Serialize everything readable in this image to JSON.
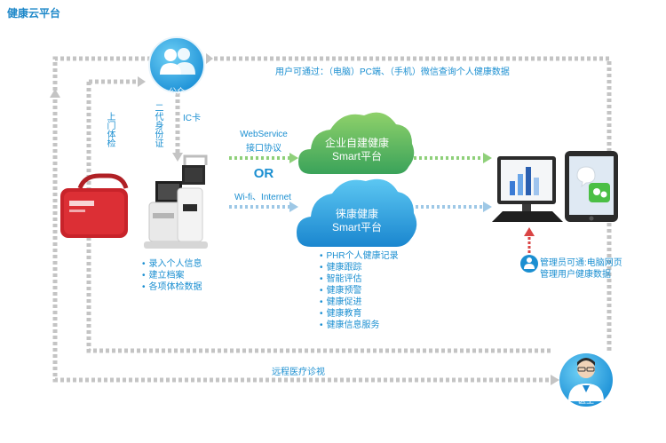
{
  "title": "健康云平台",
  "public": {
    "label": "公众"
  },
  "doctor": {
    "label": "医生"
  },
  "top_flow": "用户可通过：（电脑）PC端、（手机）微信查询个人健康数据",
  "bottom_flow": "远程医疗诊视",
  "home_check": "上门体检",
  "id_card": "二代身份证",
  "ic_card": "IC卡",
  "webservice": {
    "line1": "WebService",
    "line2": "接口协议"
  },
  "or": "OR",
  "wifi": "Wi-fi、Internet",
  "cloud_enterprise": {
    "line1": "企业自建健康",
    "line2": "Smart平台"
  },
  "cloud_public": {
    "line1": "徕康健康",
    "line2": "Smart平台"
  },
  "kiosk_items": [
    "录入个人信息",
    "建立档案",
    "各项体检数据"
  ],
  "services": [
    "PHR个人健康记录",
    "健康跟踪",
    "智能评估",
    "健康预警",
    "健康促进",
    "健康教育",
    "健康信息服务"
  ],
  "admin": {
    "line1": "管理员可通:电脑网页",
    "line2": "管理用户健康数据"
  },
  "colors": {
    "blue": "#1b8fd1",
    "green": "#5bb55a",
    "arrow_gray": "#bdbdbd"
  }
}
